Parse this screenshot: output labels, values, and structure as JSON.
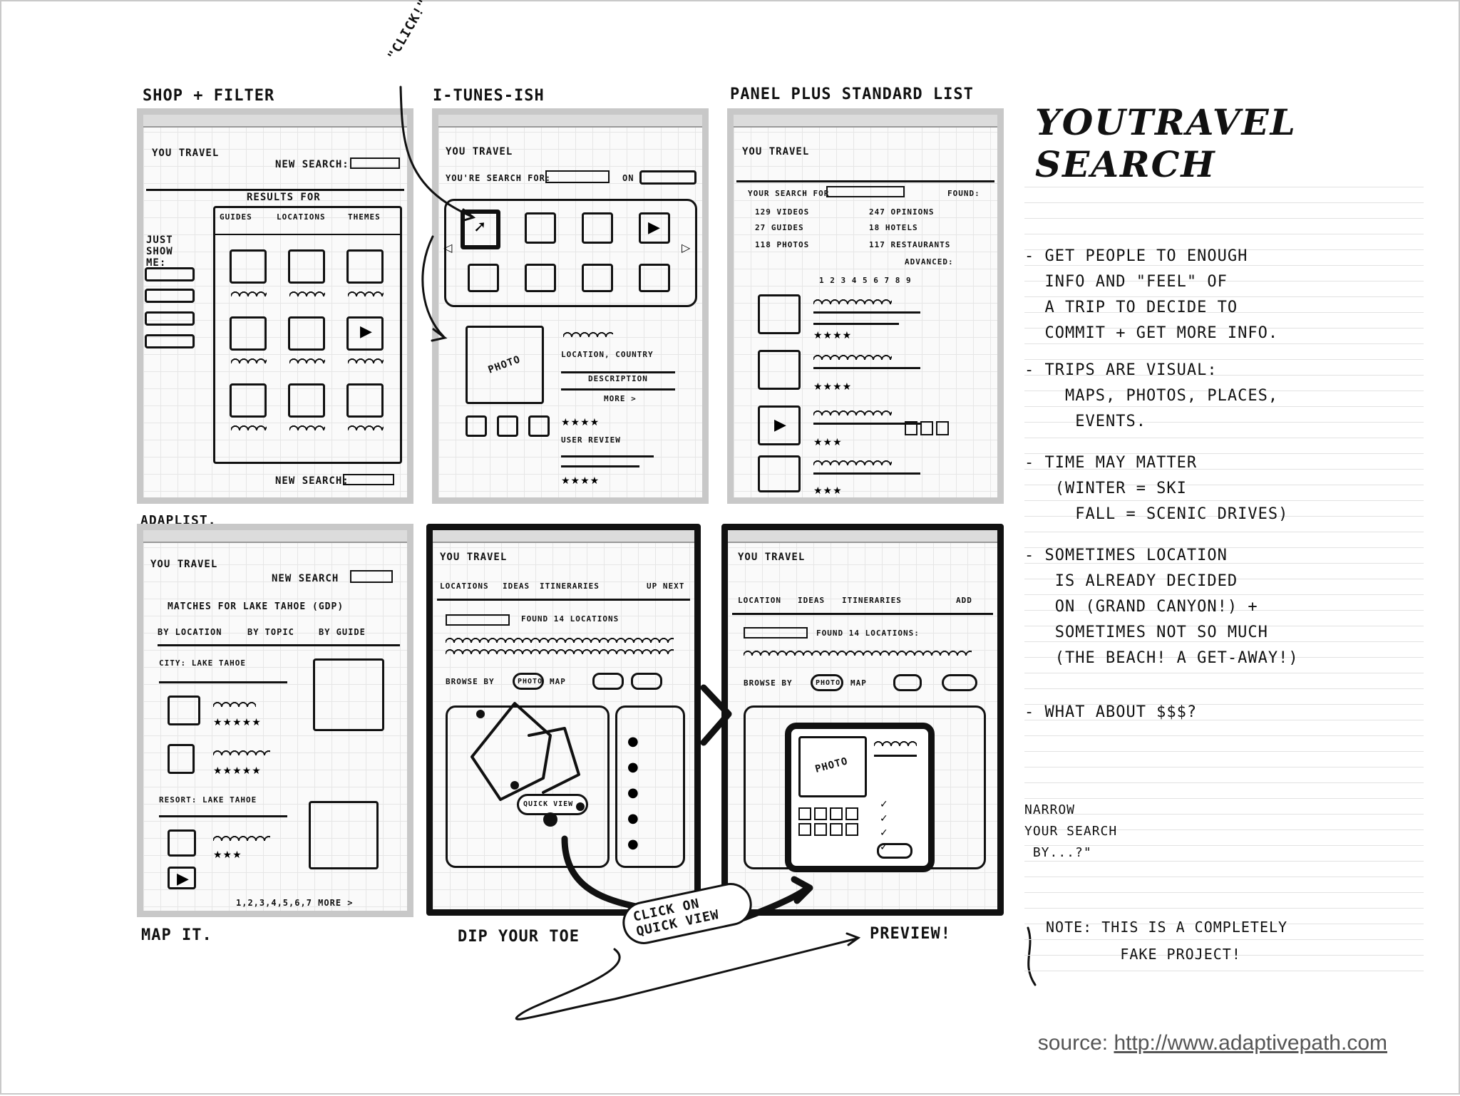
{
  "title": "YOUTRAVEL SEARCH",
  "click_label": "\"CLICK!\"",
  "panels": {
    "p1": {
      "label": "SHOP + FILTER",
      "logo": "YOU TRAVEL",
      "new_search": "NEW SEARCH:",
      "results": "RESULTS FOR",
      "tabs": [
        "GUIDES",
        "LOCATIONS",
        "THEMES"
      ],
      "just_show": "JUST SHOW ME:",
      "bottom": "NEW SEARCH:"
    },
    "p2": {
      "label": "I-TUNES-ISH",
      "logo": "YOU TRAVEL",
      "search_for": "YOU'RE SEARCH FOR:",
      "on": "ON",
      "photo": "PHOTO",
      "location": "LOCATION, COUNTRY",
      "description": "DESCRIPTION",
      "more": "MORE >",
      "user_reviews": "USER REVIEW"
    },
    "p3": {
      "label": "PANEL PLUS STANDARD LIST",
      "logo": "YOU TRAVEL",
      "search_for": "YOUR SEARCH FOR",
      "found": "FOUND:",
      "counts": [
        "129 VIDEOS",
        "27 GUIDES",
        "118 PHOTOS",
        "247 OPINIONS",
        "18 HOTELS",
        "117 RESTAURANTS"
      ],
      "advanced": "ADVANCED:",
      "pages": "1 2 3 4 5 6 7 8 9"
    },
    "p4": {
      "label": "MAP IT.",
      "top_label": "ADAPLIST.",
      "logo": "YOU TRAVEL",
      "new_search": "NEW SEARCH",
      "matches": "MATCHES FOR LAKE TAHOE (GDP)",
      "tabs": [
        "BY LOCATION",
        "BY TOPIC",
        "BY GUIDE"
      ],
      "group1": "CITY: LAKE TAHOE",
      "group2": "RESORT: LAKE TAHOE",
      "pages": "1,2,3,4,5,6,7 MORE >"
    },
    "p5": {
      "label": "DIP YOUR TOE",
      "logo": "YOU TRAVEL",
      "tabs": [
        "LOCATIONS",
        "IDEAS",
        "ITINERARIES",
        "UP NEXT"
      ],
      "found": "FOUND 14 LOCATIONS",
      "browse": "BROWSE BY",
      "photo": "PHOTO",
      "map": "MAP",
      "quick_view": "QUICK VIEW"
    },
    "p6": {
      "label": "PREVIEW!",
      "logo": "YOU TRAVEL",
      "tabs": [
        "LOCATION",
        "IDEAS",
        "ITINERARIES",
        "ADD"
      ],
      "found": "FOUND 14 LOCATIONS:",
      "browse": "BROWSE BY",
      "photo": "PHOTO",
      "map": "MAP"
    }
  },
  "click_quick_view": "CLICK ON QUICK VIEW",
  "notes": [
    "- GET PEOPLE TO ENOUGH\n  INFO AND \"FEEL\" OF\n  A TRIP TO DECIDE TO\n  COMMIT + GET MORE INFO.",
    "- TRIPS ARE VISUAL:\n    MAPS, PHOTOS, PLACES,\n     EVENTS.",
    "- TIME MAY MATTER\n   (WINTER = SKI\n     FALL = SCENIC DRIVES)",
    "- SOMETIMES LOCATION\n   IS ALREADY DECIDED\n   ON (GRAND CANYON!) +\n   SOMETIMES NOT SO MUCH\n   (THE BEACH! A GET-AWAY!)",
    "- WHAT ABOUT $$$?"
  ],
  "narrow": "NARROW\nYOUR SEARCH\n BY...?\"",
  "fake_note": "NOTE: THIS IS A COMPLETELY\n        FAKE PROJECT!",
  "source_prefix": "source: ",
  "source_link": "http://www.adaptivepath.com"
}
